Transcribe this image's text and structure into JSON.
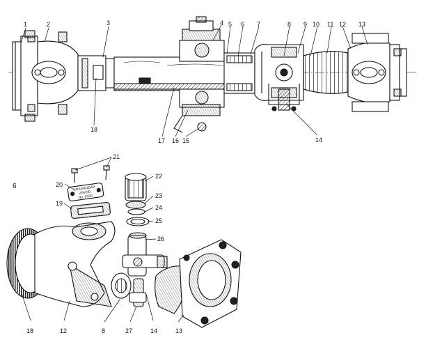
{
  "figure_label": "6",
  "nameplate": {
    "line1": "KRASNODAR",
    "line2": "ZAVOD",
    "line3": "No. 9150"
  },
  "callouts": {
    "c1": "1",
    "c2": "2",
    "c3": "3",
    "c4": "4",
    "c5": "5",
    "c6": "6",
    "c7": "7",
    "c8": "8",
    "c9": "9",
    "c10": "10",
    "c11": "11",
    "c12": "12",
    "c13": "13",
    "c14": "14",
    "c15": "15",
    "c16": "16",
    "c17": "17",
    "c18": "18",
    "e21": "21",
    "e20": "20",
    "e19": "19",
    "e22": "22",
    "e23": "23",
    "e24": "24",
    "e25": "25",
    "e26": "26",
    "e18": "18",
    "e12": "12",
    "e8": "8",
    "e27": "27",
    "e14": "14",
    "e13": "13"
  }
}
